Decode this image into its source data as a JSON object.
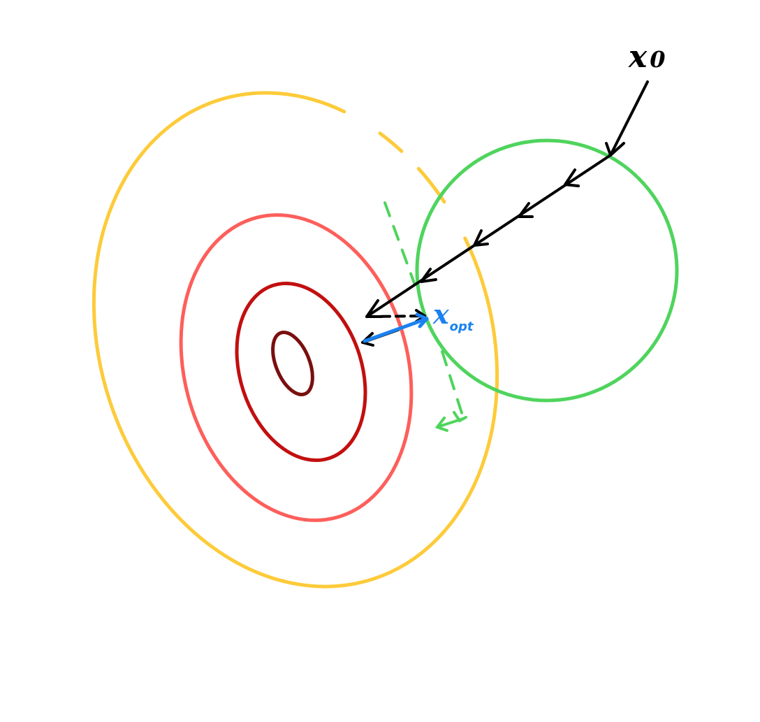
{
  "diagram": {
    "start_label": {
      "main": "x",
      "sub": "0"
    },
    "optimum_label": {
      "main": "x",
      "sub": "opt"
    },
    "colors": {
      "contour_outer": "#fdcb3a",
      "contour_second": "#fd5f5b",
      "contour_third": "#c20f0f",
      "contour_inner": "#7a0f0f",
      "constraint_circle": "#4fd45d",
      "descent_path": "#000000",
      "optimum": "#1a82f0",
      "tangent_dashed": "#4fd45d"
    }
  }
}
